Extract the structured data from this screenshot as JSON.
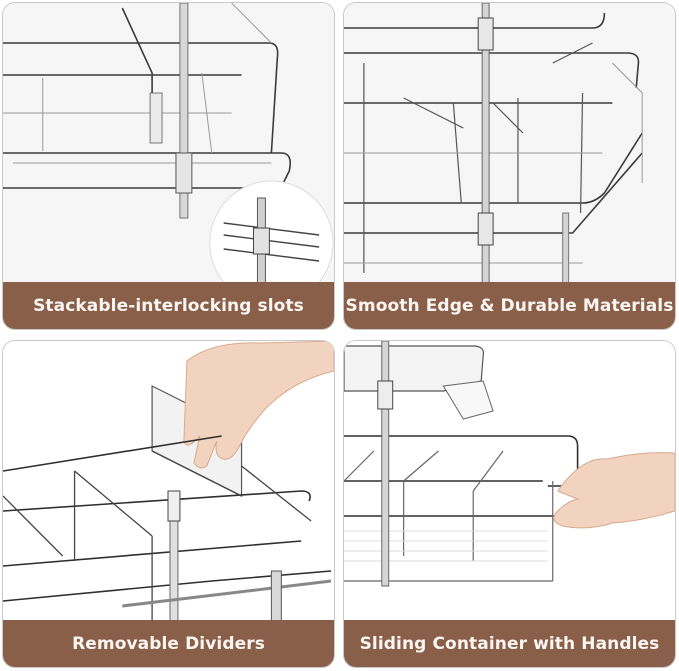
{
  "panels": [
    {
      "id": "stackable",
      "caption": "Stackable-interlocking slots",
      "image": "stackable-organizer-photo"
    },
    {
      "id": "edge",
      "caption": "Smooth Edge & Durable Materials",
      "image": "clear-bins-closeup-photo"
    },
    {
      "id": "dividers",
      "caption": "Removable Dividers",
      "image": "hand-lifting-divider-photo"
    },
    {
      "id": "sliding",
      "caption": "Sliding Container with Handles",
      "image": "hand-pulling-drawer-photo"
    }
  ],
  "colors": {
    "caption_bg": "#8a5f49",
    "caption_text": "#fbf6f1",
    "panel_border": "#c9c9c9"
  }
}
